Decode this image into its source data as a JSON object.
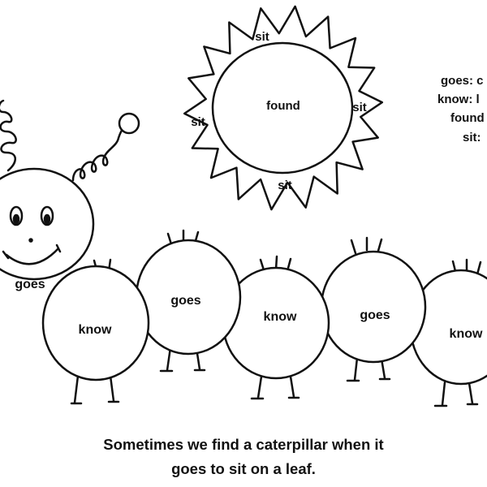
{
  "sun": {
    "center_word": "found",
    "ray_words": {
      "top": "sit",
      "left": "sit",
      "right": "sit",
      "bottom": "sit"
    }
  },
  "color_key": {
    "lines": [
      "goes: c",
      "know: l",
      "found",
      "sit:"
    ]
  },
  "caterpillar": {
    "segments": [
      {
        "word": "goes"
      },
      {
        "word": "know"
      },
      {
        "word": "goes"
      },
      {
        "word": "know"
      },
      {
        "word": "goes"
      },
      {
        "word": "know"
      }
    ]
  },
  "caption": {
    "line1": "Sometimes we find a caterpillar when it",
    "line2": "goes to sit on a leaf."
  },
  "colors": {
    "ink": "#111111",
    "paper": "#ffffff"
  }
}
